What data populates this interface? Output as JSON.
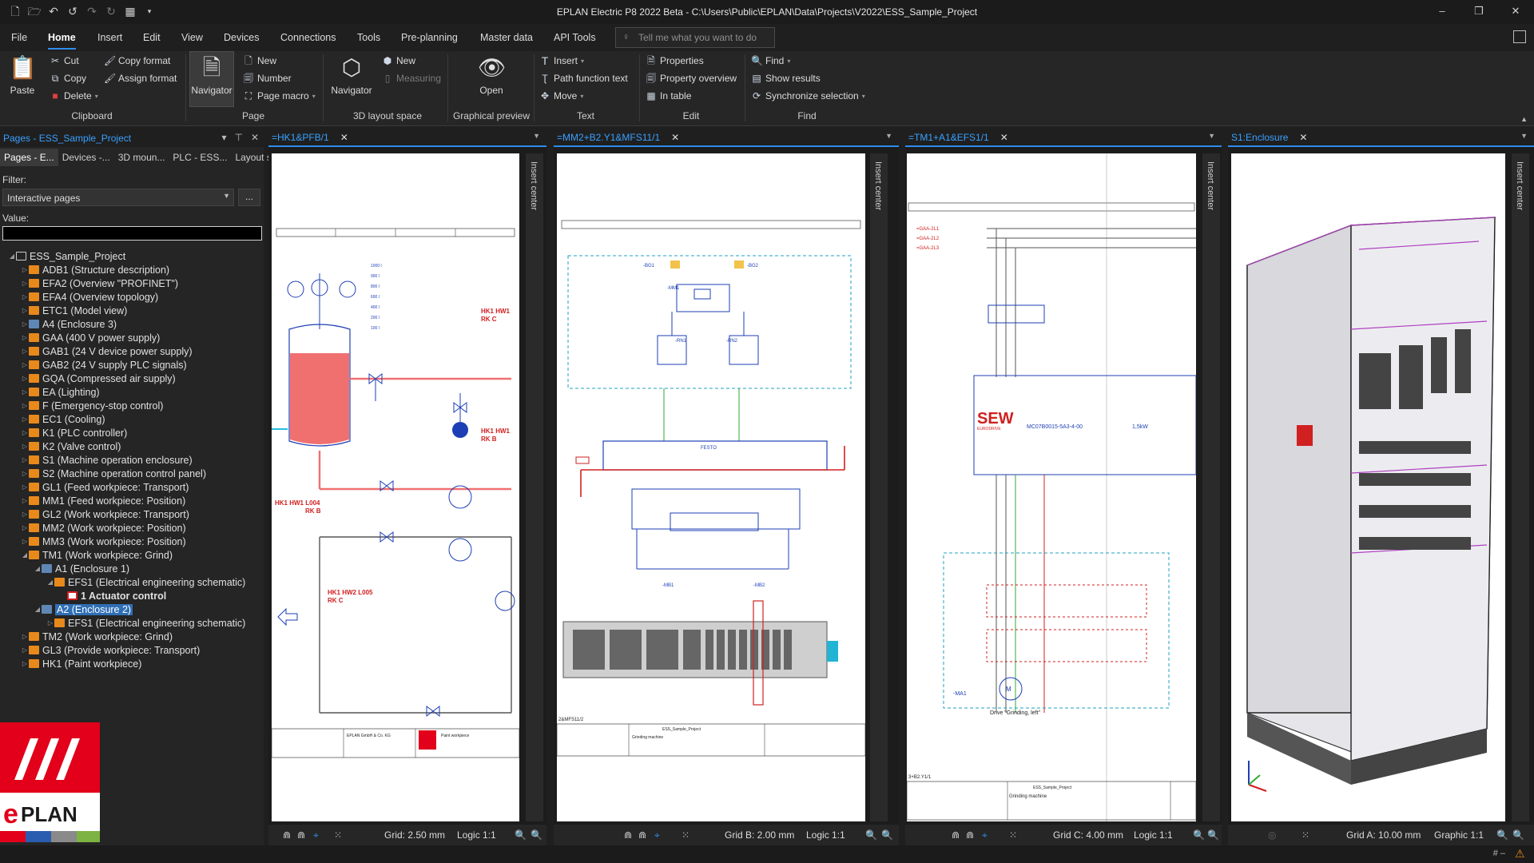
{
  "window": {
    "title": "EPLAN Electric P8 2022 Beta - C:\\Users\\Public\\EPLAN\\Data\\Projects\\V2022\\ESS_Sample_Project",
    "qat_icons": [
      "new-icon",
      "open-icon",
      "undo-icon",
      "undo-step-icon",
      "redo-icon",
      "redo-step-icon",
      "table-icon",
      "dropdown-icon"
    ],
    "controls": {
      "minimize": "–",
      "restore": "❐",
      "close": "✕"
    }
  },
  "menu": {
    "items": [
      "File",
      "Home",
      "Insert",
      "Edit",
      "View",
      "Devices",
      "Connections",
      "Tools",
      "Pre-planning",
      "Master data",
      "API Tools"
    ],
    "active": "Home",
    "tell_me_placeholder": "Tell me what you want to do"
  },
  "ribbon": {
    "clipboard": {
      "paste": "Paste",
      "cut": "Cut",
      "copy": "Copy",
      "delete": "Delete",
      "copy_format": "Copy format",
      "assign_format": "Assign format",
      "group": "Clipboard"
    },
    "page": {
      "navigator": "Navigator",
      "new": "New",
      "number": "Number",
      "page_macro": "Page macro",
      "group": "Page"
    },
    "layout_space": {
      "navigator": "Navigator",
      "new": "New",
      "measuring": "Measuring",
      "group": "3D layout space"
    },
    "graphical_preview": {
      "open": "Open",
      "group": "Graphical preview"
    },
    "text": {
      "insert": "Insert",
      "path_function_text": "Path function text",
      "move": "Move",
      "group": "Text"
    },
    "edit": {
      "properties": "Properties",
      "property_overview": "Property overview",
      "in_table": "In table",
      "group": "Edit"
    },
    "find": {
      "find": "Find",
      "show_results": "Show results",
      "synchronize_selection": "Synchronize selection",
      "group": "Find"
    }
  },
  "left_panel": {
    "title": "Pages - ESS_Sample_Project",
    "tabs": [
      "Pages - E...",
      "Devices -...",
      "3D moun...",
      "PLC - ESS...",
      "Layout s..."
    ],
    "filter_label": "Filter:",
    "filter_value": "Interactive pages",
    "filter_more": "...",
    "value_label": "Value:",
    "tree": [
      {
        "label": "ESS_Sample_Project",
        "level": 0,
        "icon": "root",
        "exp": "◢"
      },
      {
        "label": "ADB1 (Structure description)",
        "level": 1,
        "icon": "orange",
        "exp": "▷"
      },
      {
        "label": "EFA2 (Overview \"PROFINET\")",
        "level": 1,
        "icon": "orange",
        "exp": "▷"
      },
      {
        "label": "EFA4 (Overview topology)",
        "level": 1,
        "icon": "orange",
        "exp": "▷"
      },
      {
        "label": "ETC1 (Model view)",
        "level": 1,
        "icon": "orange",
        "exp": "▷"
      },
      {
        "label": "A4 (Enclosure 3)",
        "level": 1,
        "icon": "blue",
        "exp": "▷"
      },
      {
        "label": "GAA (400 V power supply)",
        "level": 1,
        "icon": "orange",
        "exp": "▷"
      },
      {
        "label": "GAB1 (24 V device power supply)",
        "level": 1,
        "icon": "orange",
        "exp": "▷"
      },
      {
        "label": "GAB2 (24 V supply PLC signals)",
        "level": 1,
        "icon": "orange",
        "exp": "▷"
      },
      {
        "label": "GQA (Compressed air supply)",
        "level": 1,
        "icon": "orange",
        "exp": "▷"
      },
      {
        "label": "EA (Lighting)",
        "level": 1,
        "icon": "orange",
        "exp": "▷"
      },
      {
        "label": "F (Emergency-stop control)",
        "level": 1,
        "icon": "orange",
        "exp": "▷"
      },
      {
        "label": "EC1 (Cooling)",
        "level": 1,
        "icon": "orange",
        "exp": "▷"
      },
      {
        "label": "K1 (PLC controller)",
        "level": 1,
        "icon": "orange",
        "exp": "▷"
      },
      {
        "label": "K2 (Valve control)",
        "level": 1,
        "icon": "orange",
        "exp": "▷"
      },
      {
        "label": "S1 (Machine operation enclosure)",
        "level": 1,
        "icon": "orange",
        "exp": "▷"
      },
      {
        "label": "S2 (Machine operation control panel)",
        "level": 1,
        "icon": "orange",
        "exp": "▷"
      },
      {
        "label": "GL1 (Feed workpiece: Transport)",
        "level": 1,
        "icon": "orange",
        "exp": "▷"
      },
      {
        "label": "MM1 (Feed workpiece: Position)",
        "level": 1,
        "icon": "orange",
        "exp": "▷"
      },
      {
        "label": "GL2 (Work workpiece: Transport)",
        "level": 1,
        "icon": "orange",
        "exp": "▷"
      },
      {
        "label": "MM2 (Work workpiece: Position)",
        "level": 1,
        "icon": "orange",
        "exp": "▷"
      },
      {
        "label": "MM3 (Work workpiece: Position)",
        "level": 1,
        "icon": "orange",
        "exp": "▷"
      },
      {
        "label": "TM1 (Work workpiece: Grind)",
        "level": 1,
        "icon": "orange",
        "exp": "◢"
      },
      {
        "label": "A1 (Enclosure 1)",
        "level": 2,
        "icon": "blue",
        "exp": "◢"
      },
      {
        "label": "EFS1 (Electrical engineering schematic)",
        "level": 3,
        "icon": "orange",
        "exp": "◢"
      },
      {
        "label": "1 Actuator control",
        "level": 4,
        "icon": "page",
        "exp": "",
        "bold": true
      },
      {
        "label": "A2 (Enclosure 2)",
        "level": 2,
        "icon": "blue",
        "exp": "◢",
        "selected": true
      },
      {
        "label": "EFS1 (Electrical engineering schematic)",
        "level": 3,
        "icon": "orange",
        "exp": "▷"
      },
      {
        "label": "TM2 (Work workpiece: Grind)",
        "level": 1,
        "icon": "orange",
        "exp": "▷"
      },
      {
        "label": "GL3 (Provide workpiece: Transport)",
        "level": 1,
        "icon": "orange",
        "exp": "▷"
      },
      {
        "label": "HK1 (Paint workpiece)",
        "level": 1,
        "icon": "orange",
        "exp": "▷"
      }
    ]
  },
  "panes": [
    {
      "tab": "=HK1&PFB/1",
      "side": "Insert center",
      "grid": "Grid: 2.50 mm",
      "logic": "Logic 1:1"
    },
    {
      "tab": "=MM2+B2.Y1&MFS11/1",
      "side": "Insert center",
      "grid": "Grid B: 2.00 mm",
      "logic": "Logic 1:1"
    },
    {
      "tab": "=TM1+A1&EFS1/1",
      "side": "Insert center",
      "grid": "Grid C: 4.00 mm",
      "logic": "Logic 1:1"
    },
    {
      "tab": "S1:Enclosure",
      "side": "Insert center",
      "grid": "Grid A: 10.00 mm",
      "logic": "Graphic 1:1"
    }
  ],
  "drawings": {
    "hk1": {
      "labels_red": [
        "HK1 HW1",
        "RK C",
        "HK1 HW1",
        "RK B",
        "HK1 HW1 L004",
        "RK B",
        "HK1 HW2 L005",
        "RK C"
      ],
      "scale": [
        "1000 l",
        "900 l",
        "800 l",
        "600 l",
        "400 l",
        "200 l",
        "100 l"
      ],
      "footer_company": "EPLAN GmbH & Co. KG",
      "footer_title": "Paint workpiece"
    },
    "mm2": {
      "labels": [
        "-BG1",
        "-BG2",
        "-MM1",
        "-RN1",
        "-RN2",
        "FESTO",
        "-MB1",
        "-MB2"
      ],
      "footer_project": "ESS_Sample_Project",
      "footer_title": "Grinding machine",
      "footer_page": "2&MFS11/2"
    },
    "tm1": {
      "nets": [
        "=GAA-2L1",
        "=GAA-2L2",
        "=GAA-2L3"
      ],
      "brand": "SEW",
      "brand_sub": "EURODRIVE",
      "device": "MC07B0015-5A3-4-00",
      "rating": "1,5kW",
      "motor": "-MA1",
      "motor_caption": "Drive \"Grinding, left\"",
      "page_ref": "3+B2.Y1/1",
      "footer_project": "ESS_Sample_Project",
      "footer_title": "Grinding machine"
    }
  },
  "statusbar": {
    "right": "# –",
    "warning_icon": "warning-icon"
  },
  "logo": {
    "text": "EPLAN"
  },
  "colors": {
    "accent": "#2d8ceb",
    "tab_text": "#3aa0ff",
    "brand_red": "#e2001a",
    "selection": "#2f6fb5"
  }
}
